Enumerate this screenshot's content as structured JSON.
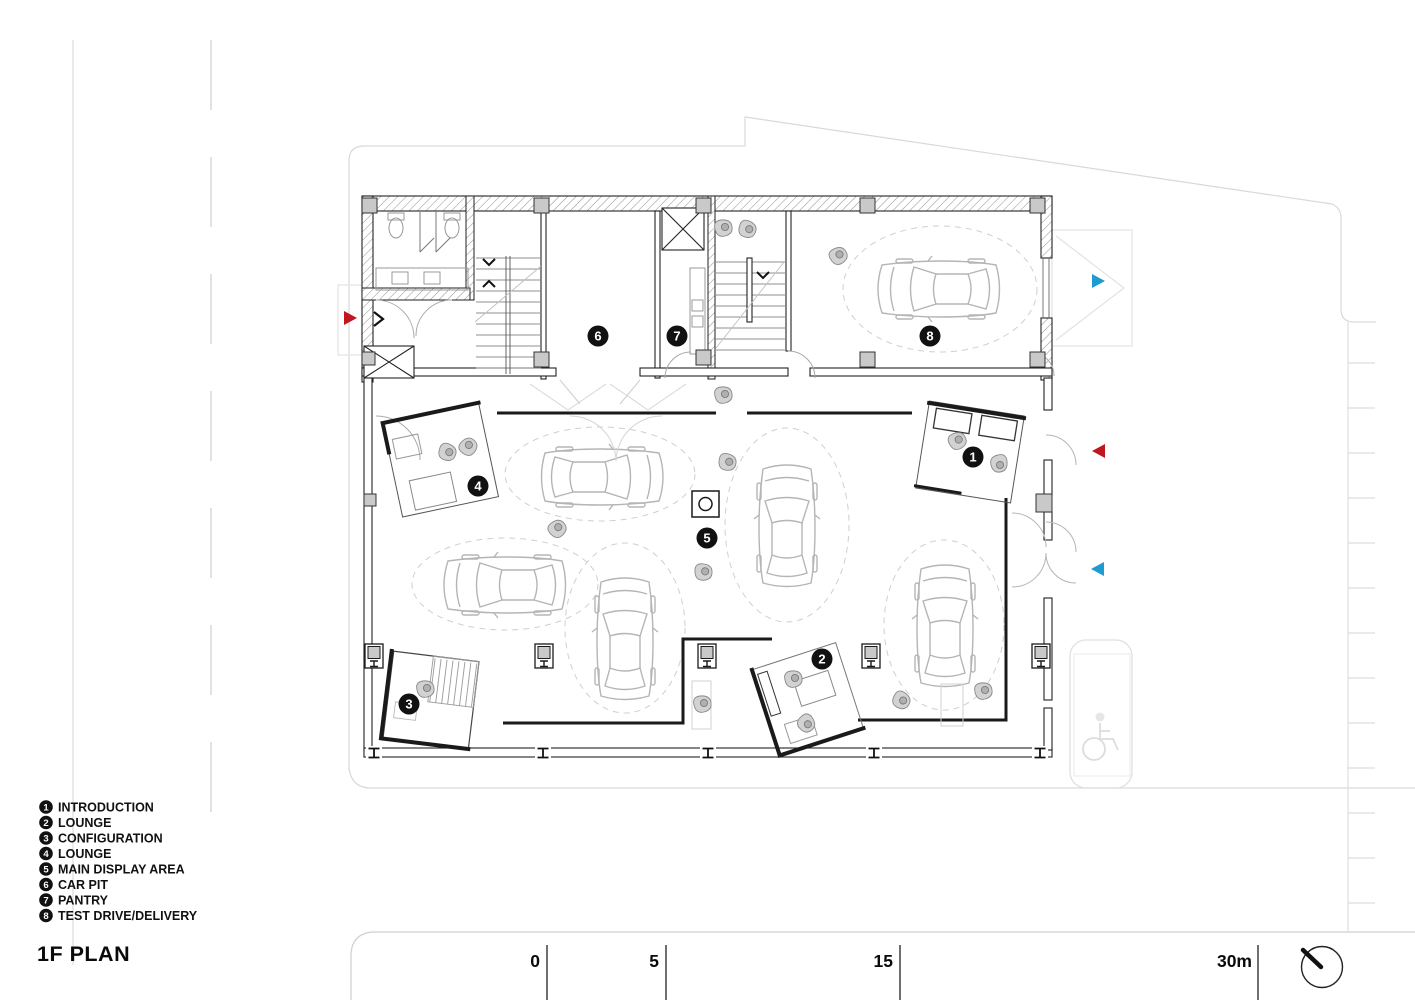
{
  "title": {
    "floor_label": "1F PLAN"
  },
  "legend": {
    "items": [
      {
        "num": "1",
        "label": "INTRODUCTION"
      },
      {
        "num": "2",
        "label": "LOUNGE"
      },
      {
        "num": "3",
        "label": "CONFIGURATION"
      },
      {
        "num": "4",
        "label": "LOUNGE"
      },
      {
        "num": "5",
        "label": "MAIN DISPLAY AREA"
      },
      {
        "num": "6",
        "label": "CAR PIT"
      },
      {
        "num": "7",
        "label": "PANTRY"
      },
      {
        "num": "8",
        "label": "TEST DRIVE/DELIVERY"
      }
    ]
  },
  "plan": {
    "markers": [
      {
        "number": "1"
      },
      {
        "number": "2"
      },
      {
        "number": "3"
      },
      {
        "number": "4"
      },
      {
        "number": "5"
      },
      {
        "number": "6"
      },
      {
        "number": "7"
      },
      {
        "number": "8"
      }
    ]
  },
  "scale_bar": {
    "labels": [
      "0",
      "5",
      "15",
      "30m"
    ]
  },
  "colors": {
    "marker_red": "#c0161f",
    "marker_blue": "#1e9bd2"
  }
}
